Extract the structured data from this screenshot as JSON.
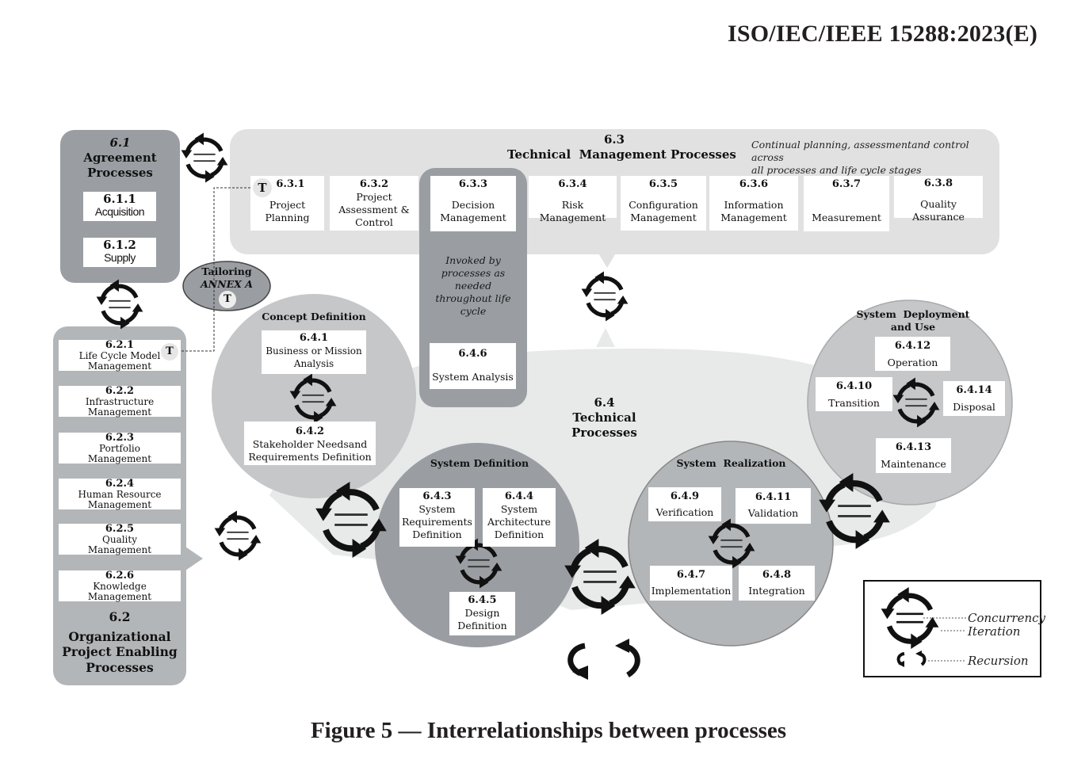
{
  "header": {
    "doc_id": "ISO/IEC/IEEE 15288:2023(E)"
  },
  "caption": "Figure 5 — Interrelationships between processes",
  "colors": {
    "dark_gray": "#9a9ea2",
    "mid_gray": "#b3b6b8",
    "light_gray": "#c5c7c9",
    "panel_gray": "#e1e1e1",
    "tech_bg": "#e8e9e9",
    "box_white": "#ffffff",
    "ink": "#111111"
  },
  "agreement": {
    "number": "6.1",
    "title_line1": "Agreement",
    "title_line2": "Processes",
    "items": [
      {
        "num": "6.1.1",
        "label": "Acquisition"
      },
      {
        "num": "6.1.2",
        "label": "Supply"
      }
    ]
  },
  "tailoring": {
    "line1": "Tailoring",
    "line2": "ANNEX A",
    "badge": "T"
  },
  "organizational": {
    "number": "6.2",
    "title_line1": "Organizational",
    "title_line2": "Project Enabling",
    "title_line3": "Processes",
    "items": [
      {
        "num": "6.2.1",
        "label1": "Life Cycle Model",
        "label2": "Management",
        "badge": "T"
      },
      {
        "num": "6.2.2",
        "label1": "Infrastructure",
        "label2": "Management"
      },
      {
        "num": "6.2.3",
        "label1": "Portfolio",
        "label2": "Management"
      },
      {
        "num": "6.2.4",
        "label1": "Human Resource",
        "label2": "Management"
      },
      {
        "num": "6.2.5",
        "label1": "Quality",
        "label2": "Management"
      },
      {
        "num": "6.2.6",
        "label1": "Knowledge",
        "label2": "Management"
      }
    ]
  },
  "technical_management": {
    "number": "6.3",
    "title": "Technical  Management Processes",
    "note_line1": "Continual planning, assessmentand control across",
    "note_line2": "all processes and life cycle stages",
    "items": [
      {
        "num": "6.3.1",
        "label1": "Project",
        "label2": "Planning",
        "badge": "T"
      },
      {
        "num": "6.3.2",
        "label1": "Project",
        "label2": "Assessment &",
        "label3": "Control"
      },
      {
        "num": "6.3.3",
        "label1": "Decision",
        "label2": "Management"
      },
      {
        "num": "6.3.4",
        "label1": "Risk Management"
      },
      {
        "num": "6.3.5",
        "label1": "Configuration",
        "label2": "Management"
      },
      {
        "num": "6.3.6",
        "label1": "Information",
        "label2": "Management"
      },
      {
        "num": "6.3.7",
        "label1": "Measurement"
      },
      {
        "num": "6.3.8",
        "label1": "Quality Assurance"
      }
    ]
  },
  "invoked": {
    "line1": "Invoked by",
    "line2": "processes as",
    "line3": "needed",
    "line4": "throughout life",
    "line5": "cycle",
    "item": {
      "num": "6.4.6",
      "label": "System Analysis"
    }
  },
  "technical": {
    "number": "6.4",
    "title": "Technical Processes",
    "concept": {
      "title": "Concept Definition",
      "items": [
        {
          "num": "6.4.1",
          "label1": "Business or Mission",
          "label2": "Analysis"
        },
        {
          "num": "6.4.2",
          "label1": "Stakeholder Needsand",
          "label2": "Requirements Definition"
        }
      ]
    },
    "system_definition": {
      "title": "System Definition",
      "items": [
        {
          "num": "6.4.3",
          "label1": "System",
          "label2": "Requirements",
          "label3": "Definition"
        },
        {
          "num": "6.4.4",
          "label1": "System",
          "label2": "Architecture",
          "label3": "Definition"
        },
        {
          "num": "6.4.5",
          "label1": "Design",
          "label2": "Definition"
        }
      ]
    },
    "system_realization": {
      "title": "System  Realization",
      "items": [
        {
          "num": "6.4.9",
          "label": "Verification"
        },
        {
          "num": "6.4.11",
          "label": "Validation"
        },
        {
          "num": "6.4.7",
          "label": "Implementation"
        },
        {
          "num": "6.4.8",
          "label": "Integration"
        }
      ]
    },
    "deployment": {
      "title_line1": "System  Deployment",
      "title_line2": "and Use",
      "items": [
        {
          "num": "6.4.12",
          "label": "Operation"
        },
        {
          "num": "6.4.10",
          "label": "Transition"
        },
        {
          "num": "6.4.14",
          "label": "Disposal"
        },
        {
          "num": "6.4.13",
          "label": "Maintenance"
        }
      ]
    }
  },
  "legend": {
    "concurrency": "Concurrency",
    "iteration": "Iteration",
    "recursion": "Recursion"
  },
  "icons": {
    "cycle": "concurrency-iteration-cycle-icon",
    "recursion": "recursion-arrows-icon",
    "tailoring": "T-badge"
  }
}
